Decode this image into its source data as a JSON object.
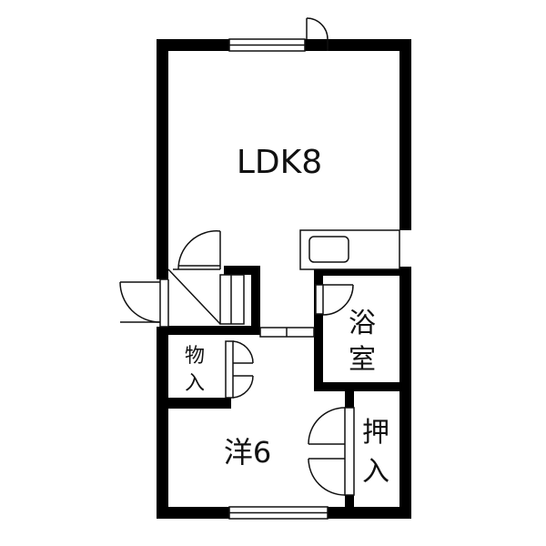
{
  "floor_plan": {
    "rooms": {
      "ldk": {
        "label": "LDK8"
      },
      "western": {
        "label": "洋6"
      },
      "bath": {
        "label_line1": "浴",
        "label_line2": "室"
      },
      "storage": {
        "label_line1": "物",
        "label_line2": "入"
      },
      "closet": {
        "label_line1": "押",
        "label_line2": "入"
      }
    },
    "colors": {
      "wall": "#000000",
      "line": "#111111",
      "background": "#ffffff"
    }
  }
}
